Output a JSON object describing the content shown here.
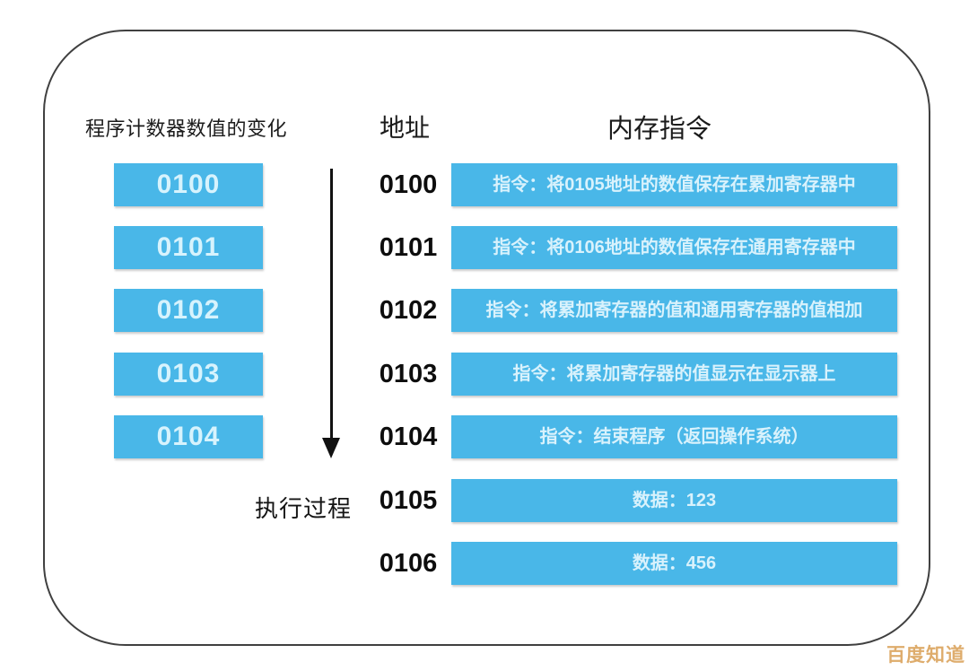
{
  "columns": {
    "pc_header": "程序计数器数值的变化",
    "address_header": "地址",
    "memory_header": "内存指令"
  },
  "pc_boxes": [
    "0100",
    "0101",
    "0102",
    "0103",
    "0104"
  ],
  "execution_label": "执行过程",
  "memory_rows": [
    {
      "address": "0100",
      "content": "指令：将0105地址的数值保存在累加寄存器中"
    },
    {
      "address": "0101",
      "content": "指令：将0106地址的数值保存在通用寄存器中"
    },
    {
      "address": "0102",
      "content": "指令：将累加寄存器的值和通用寄存器的值相加"
    },
    {
      "address": "0103",
      "content": "指令：将累加寄存器的值显示在显示器上"
    },
    {
      "address": "0104",
      "content": "指令：结束程序（返回操作系统）"
    },
    {
      "address": "0105",
      "content": "数据：123"
    },
    {
      "address": "0106",
      "content": "数据：456"
    }
  ],
  "watermark": "百度知道",
  "colors": {
    "box_blue": "#49b7e8",
    "box_text": "#d9f2fc",
    "text_dark": "#1a1a1a",
    "frame_border": "#404040",
    "watermark_orange": "#daa35c"
  }
}
